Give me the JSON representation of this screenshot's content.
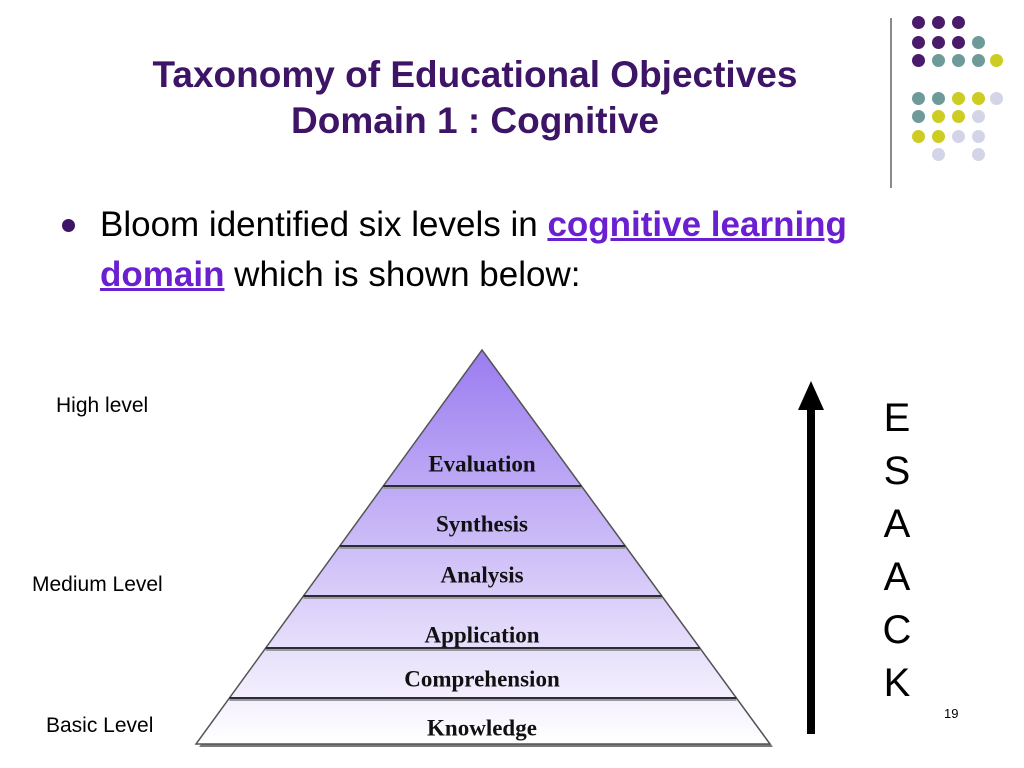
{
  "title": {
    "line1": "Taxonomy of Educational Objectives",
    "line2": "Domain 1 : Cognitive"
  },
  "bullet": {
    "prefix": "Bloom identified six levels in ",
    "highlight": "cognitive learning domain",
    "suffix": " which is shown below:"
  },
  "pyramid": {
    "levels": [
      "Evaluation",
      "Synthesis",
      "Analysis",
      "Application",
      "Comprehension",
      "Knowledge"
    ],
    "colors": {
      "top": "#9b7cf0",
      "bottom": "#ffffff"
    }
  },
  "labels": {
    "high": "High level",
    "medium": "Medium Level",
    "basic": "Basic Level"
  },
  "acronym": [
    "E",
    "S",
    "A",
    "A",
    "C",
    "K"
  ],
  "slide_number": "19",
  "decoration": {
    "dot_colors": {
      "purple": "#4b1b6b",
      "teal": "#6f9a9a",
      "yellow": "#cccc22",
      "lavender": "#d4d4e8"
    }
  }
}
